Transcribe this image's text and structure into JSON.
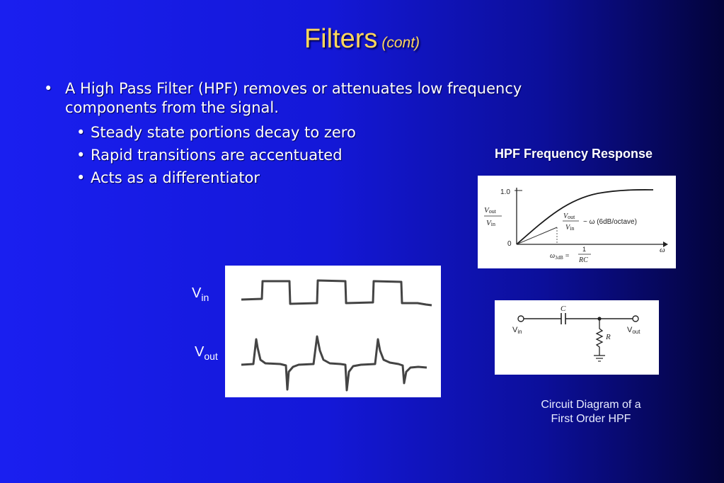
{
  "title": {
    "main": "Filters",
    "sub": "(cont)"
  },
  "bullets": {
    "main": "A High Pass Filter (HPF) removes or attenuates low frequency components from the signal.",
    "sub": [
      "Steady state portions decay to zero",
      "Rapid transitions are accentuated",
      "Acts as a differentiator"
    ]
  },
  "freq_response": {
    "caption": "HPF Frequency Response",
    "y_tick_top": "1.0",
    "y_tick_bottom": "0",
    "y_label_num": "V",
    "y_label_num_sub": "out",
    "y_label_den": "V",
    "y_label_den_sub": "in",
    "slope_num": "V",
    "slope_num_sub": "out",
    "slope_den": "V",
    "slope_den_sub": "in",
    "slope_text": "~ ω (6dB/octave)",
    "x_axis": "ω",
    "cutoff_omega": "ω",
    "cutoff_sub": "3dB",
    "cutoff_eq": "=",
    "cutoff_num": "1",
    "cutoff_den": "RC"
  },
  "waveforms": {
    "vin_main": "V",
    "vin_sub": "in",
    "vout_main": "V",
    "vout_sub": "out"
  },
  "circuit": {
    "caption_line1": "Circuit Diagram of a",
    "caption_line2": "First Order HPF",
    "cap_label": "C",
    "res_label": "R",
    "vin_main": "V",
    "vin_sub": "in",
    "vout_main": "V",
    "vout_sub": "out"
  }
}
